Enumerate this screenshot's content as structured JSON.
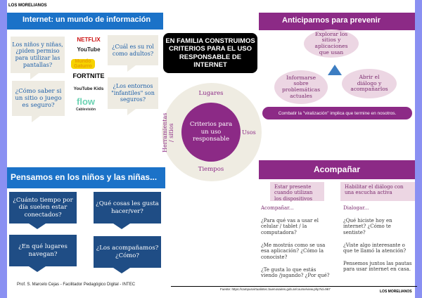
{
  "header": {
    "brand": "LOS MORELIANOS"
  },
  "internet": {
    "title": "Internet: un mundo de información",
    "bubbles": [
      "Los niños y niñas, ¿piden permiso para utilizar las pantallas?",
      "¿Cómo saber si un sitio o juego es seguro?",
      "¿Cuál es su rol como adultos?",
      "¿Los entornos \"infantiles\" son seguros?"
    ],
    "logos": [
      "NETFLIX",
      "YouTube",
      "Mundo Gaturro",
      "FORTNITE",
      "YouTube Kids",
      "flow",
      "Cablevisión"
    ]
  },
  "center": {
    "title": "EN FAMILIA CONSTRUIMOS CRITERIOS PARA EL USO RESPONSABLE DE INTERNET",
    "core": "Criterios para un uso responsable",
    "top": "Lugares",
    "right": "Usos",
    "bottom": "Tiempos",
    "left": "Herramientas / sitios"
  },
  "anticipar": {
    "title": "Anticiparnos para prevenir",
    "ovals": [
      "Explorar los sitios y aplicaciones que usan",
      "Informarse sobre problemáticas actuales",
      "Abrir el diálogo y acompañarlos"
    ],
    "banner": "Combatir la \"viralización\" implica que termine en nosotros."
  },
  "pensamos": {
    "title": "Pensamos en los niños y las niñas...",
    "questions": [
      "¿Cuánto tiempo por día suelen estar conectados?",
      "¿Qué cosas les gusta hacer/ver?",
      "¿En qué lugares navegan?",
      "¿Los acompañamos? ¿Cómo?"
    ]
  },
  "acompanar": {
    "title": "Acompañar",
    "col1": {
      "box": "Estar presente cuando utilizan los dispositivos",
      "label": "Acompañar...",
      "items": [
        "¿Para qué vas a usar el celular / tablet / la computadora?",
        "¿Me mostrás como se usa esa aplicación? ¿Cómo la conociste?",
        "¿Te gusta lo que estás viendo /jugando? ¿Por qué?"
      ]
    },
    "col2": {
      "box": "Habilitar el diálogo con una escucha activa",
      "label": "Dialogar...",
      "items": [
        "¿Qué hiciste hoy en internet? ¿Cómo te sentiste?",
        "¿Viste algo interesante o que te llamó la atención?",
        "Pensemos juntos las pautas para usar internet en casa."
      ]
    }
  },
  "footer": {
    "author": "Prof.  S. Marcelo Cejas - Facilitador Pedagógico Digital  - INTEC",
    "source_label": "Fuente:",
    "source_url": "https://campusvirtualintec.buenosaires.gob.ar/course/view.php?id=967",
    "brand": "LOS MORELIANOS"
  }
}
